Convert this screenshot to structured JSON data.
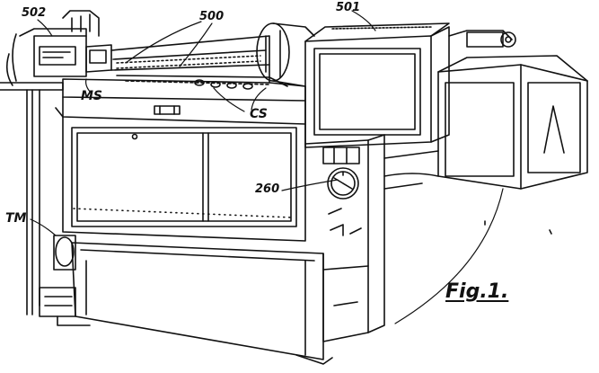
{
  "labels": {
    "ref_502": "502",
    "ref_500": "500",
    "ref_501": "501",
    "ref_ms": "MS",
    "ref_cs": "CS",
    "ref_260": "260",
    "ref_tm": "TM"
  },
  "figure_caption": "Fig.1.",
  "colors": {
    "ink": "#111111",
    "paper": "#ffffff"
  }
}
